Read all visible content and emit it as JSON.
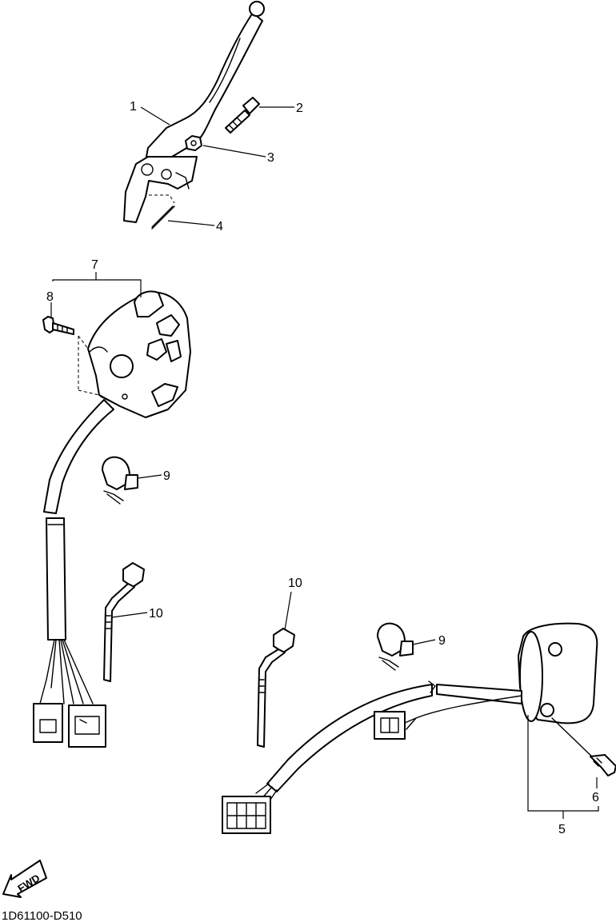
{
  "diagram": {
    "callouts": {
      "c1": "1",
      "c2": "2",
      "c3": "3",
      "c4": "4",
      "c5": "5",
      "c6": "6",
      "c7": "7",
      "c8": "8",
      "c9a": "9",
      "c9b": "9",
      "c10a": "10",
      "c10b": "10"
    },
    "fwd_label": "FWD",
    "drawing_code": "1D61100-D510",
    "line_color": "#000000",
    "background": "#ffffff"
  }
}
